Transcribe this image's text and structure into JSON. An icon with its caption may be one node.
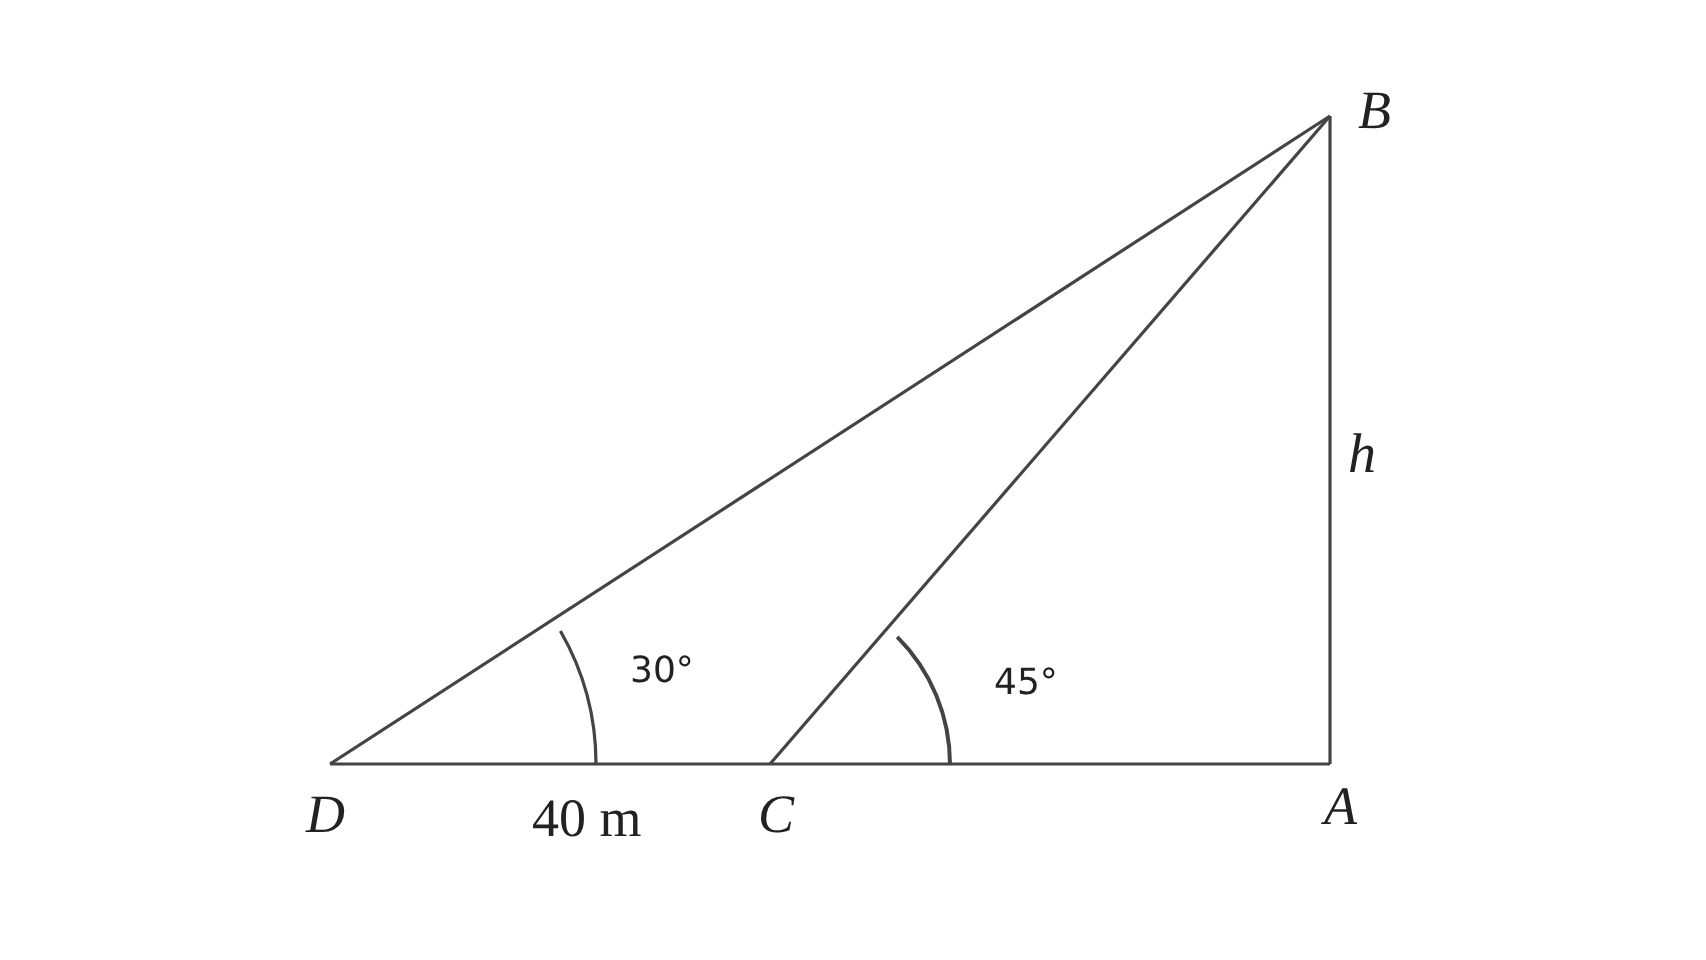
{
  "diagram": {
    "nodes": [
      {
        "text": [
          "B"
        ]
      },
      {
        "text": [
          "D"
        ]
      },
      {
        "text": [
          "C"
        ]
      },
      {
        "text": [
          "A"
        ]
      }
    ],
    "edges": [
      {
        "from": 1,
        "to": 0,
        "arrow": "none"
      },
      {
        "from": 2,
        "to": 0,
        "arrow": "none"
      },
      {
        "from": 1,
        "to": 2,
        "arrow": "none"
      },
      {
        "from": 2,
        "to": 3,
        "arrow": "none"
      },
      {
        "from": 3,
        "to": 0,
        "arrow": "none"
      }
    ],
    "labels": [
      "h",
      "30°",
      "45°",
      "40 m"
    ]
  }
}
